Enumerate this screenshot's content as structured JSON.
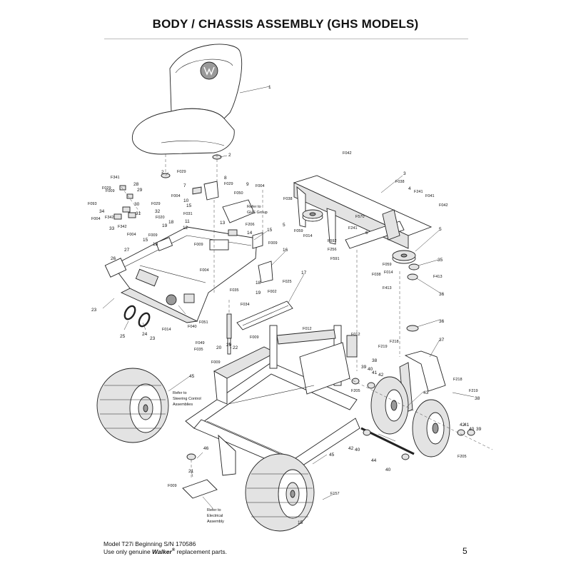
{
  "title": "BODY / CHASSIS ASSEMBLY (GHS MODELS)",
  "labels": [
    {
      "id": "1",
      "text": "1"
    },
    {
      "id": "2a",
      "text": "2"
    },
    {
      "id": "2b",
      "text": "2"
    },
    {
      "id": "3",
      "text": "3"
    },
    {
      "id": "4",
      "text": "4"
    },
    {
      "id": "5a",
      "text": "5"
    },
    {
      "id": "5b",
      "text": "5"
    },
    {
      "id": "6",
      "text": "6"
    },
    {
      "id": "7",
      "text": "7"
    },
    {
      "id": "8",
      "text": "8"
    },
    {
      "id": "9",
      "text": "9"
    },
    {
      "id": "10",
      "text": "10"
    },
    {
      "id": "11",
      "text": "11"
    },
    {
      "id": "12",
      "text": "12"
    },
    {
      "id": "13",
      "text": "13"
    },
    {
      "id": "14",
      "text": "14"
    },
    {
      "id": "15a",
      "text": "15"
    },
    {
      "id": "15b",
      "text": "15"
    },
    {
      "id": "15c",
      "text": "15"
    },
    {
      "id": "15d",
      "text": "15"
    },
    {
      "id": "16",
      "text": "16"
    },
    {
      "id": "17",
      "text": "17"
    },
    {
      "id": "18a",
      "text": "18"
    },
    {
      "id": "18b",
      "text": "18"
    },
    {
      "id": "18c",
      "text": "18"
    },
    {
      "id": "19a",
      "text": "19"
    },
    {
      "id": "19b",
      "text": "19"
    },
    {
      "id": "20a",
      "text": "20"
    },
    {
      "id": "20b",
      "text": "20"
    },
    {
      "id": "21",
      "text": "21"
    },
    {
      "id": "22",
      "text": "22"
    },
    {
      "id": "23a",
      "text": "23"
    },
    {
      "id": "23b",
      "text": "23"
    },
    {
      "id": "24",
      "text": "24"
    },
    {
      "id": "25",
      "text": "25"
    },
    {
      "id": "26",
      "text": "26"
    },
    {
      "id": "27",
      "text": "27"
    },
    {
      "id": "28",
      "text": "28"
    },
    {
      "id": "29",
      "text": "29"
    },
    {
      "id": "30",
      "text": "30"
    },
    {
      "id": "31",
      "text": "31"
    },
    {
      "id": "32",
      "text": "32"
    },
    {
      "id": "33",
      "text": "33"
    },
    {
      "id": "34",
      "text": "34"
    },
    {
      "id": "35",
      "text": "35"
    },
    {
      "id": "36a",
      "text": "36"
    },
    {
      "id": "36b",
      "text": "36"
    },
    {
      "id": "37",
      "text": "37"
    },
    {
      "id": "38a",
      "text": "38"
    },
    {
      "id": "38b",
      "text": "38"
    },
    {
      "id": "39a",
      "text": "39"
    },
    {
      "id": "39b",
      "text": "39"
    },
    {
      "id": "40a",
      "text": "40"
    },
    {
      "id": "40b",
      "text": "40"
    },
    {
      "id": "40c",
      "text": "40"
    },
    {
      "id": "40d",
      "text": "40"
    },
    {
      "id": "41a",
      "text": "41"
    },
    {
      "id": "41b",
      "text": "41"
    },
    {
      "id": "42a",
      "text": "42"
    },
    {
      "id": "42b",
      "text": "42"
    },
    {
      "id": "42c",
      "text": "42"
    },
    {
      "id": "43",
      "text": "43"
    },
    {
      "id": "44",
      "text": "44"
    },
    {
      "id": "45a",
      "text": "45"
    },
    {
      "id": "45b",
      "text": "45"
    },
    {
      "id": "46",
      "text": "46"
    },
    {
      "id": "F002",
      "text": "F002"
    },
    {
      "id": "F004a",
      "text": "F004"
    },
    {
      "id": "F004b",
      "text": "F004"
    },
    {
      "id": "F004c",
      "text": "F004"
    },
    {
      "id": "F004d",
      "text": "F004"
    },
    {
      "id": "F004e",
      "text": "F004"
    },
    {
      "id": "F009a",
      "text": "F009"
    },
    {
      "id": "F009b",
      "text": "F009"
    },
    {
      "id": "F009c",
      "text": "F009"
    },
    {
      "id": "F009d",
      "text": "F009"
    },
    {
      "id": "F009e",
      "text": "F009"
    },
    {
      "id": "F009f",
      "text": "F009"
    },
    {
      "id": "F009g",
      "text": "F009"
    },
    {
      "id": "F012a",
      "text": "F012"
    },
    {
      "id": "F012b",
      "text": "F012"
    },
    {
      "id": "F014a",
      "text": "F014"
    },
    {
      "id": "F014b",
      "text": "F014"
    },
    {
      "id": "F014c",
      "text": "F014"
    },
    {
      "id": "F020",
      "text": "F020"
    },
    {
      "id": "F025",
      "text": "F025"
    },
    {
      "id": "F029a",
      "text": "F029"
    },
    {
      "id": "F029b",
      "text": "F029"
    },
    {
      "id": "F029c",
      "text": "F029"
    },
    {
      "id": "F029d",
      "text": "F029"
    },
    {
      "id": "F031",
      "text": "F031"
    },
    {
      "id": "F034",
      "text": "F034"
    },
    {
      "id": "F035a",
      "text": "F035"
    },
    {
      "id": "F035b",
      "text": "F035"
    },
    {
      "id": "F038a",
      "text": "F038"
    },
    {
      "id": "F038b",
      "text": "F038"
    },
    {
      "id": "F038c",
      "text": "F038"
    },
    {
      "id": "F040",
      "text": "F040"
    },
    {
      "id": "F041",
      "text": "F041"
    },
    {
      "id": "F042a",
      "text": "F042"
    },
    {
      "id": "F042b",
      "text": "F042"
    },
    {
      "id": "F049",
      "text": "F049"
    },
    {
      "id": "F050",
      "text": "F050"
    },
    {
      "id": "F051",
      "text": "F051"
    },
    {
      "id": "F059a",
      "text": "F059"
    },
    {
      "id": "F059b",
      "text": "F059"
    },
    {
      "id": "F093",
      "text": "F093"
    },
    {
      "id": "F157",
      "text": "F157"
    },
    {
      "id": "F205a",
      "text": "F205"
    },
    {
      "id": "F205b",
      "text": "F205"
    },
    {
      "id": "F206",
      "text": "F206"
    },
    {
      "id": "F218a",
      "text": "F218"
    },
    {
      "id": "F218b",
      "text": "F218"
    },
    {
      "id": "F219a",
      "text": "F219"
    },
    {
      "id": "F219b",
      "text": "F219"
    },
    {
      "id": "F241a",
      "text": "F241"
    },
    {
      "id": "F241b",
      "text": "F241"
    },
    {
      "id": "F256",
      "text": "F256"
    },
    {
      "id": "F341",
      "text": "F341"
    },
    {
      "id": "F342a",
      "text": "F342"
    },
    {
      "id": "F342b",
      "text": "F342"
    },
    {
      "id": "F413a",
      "text": "F413"
    },
    {
      "id": "F413b",
      "text": "F413"
    },
    {
      "id": "F570",
      "text": "F570"
    },
    {
      "id": "F591",
      "text": "F591"
    },
    {
      "id": "F592",
      "text": "F592"
    }
  ],
  "notes": {
    "ghs_1": "Refer to",
    "ghs_2": "GHS Group",
    "steer_1": "Refer to",
    "steer_2": "Steering Control",
    "steer_3": "Assemblies",
    "elec_1": "Refer to",
    "elec_2": "Electrical",
    "elec_3": "Assembly"
  },
  "footer": {
    "model": "Model T27i Beginning S/N 170586",
    "use_prefix": "Use only genuine ",
    "brand": "Walker",
    "reg": "®",
    "use_suffix": " replacement parts."
  },
  "page_number": "5"
}
